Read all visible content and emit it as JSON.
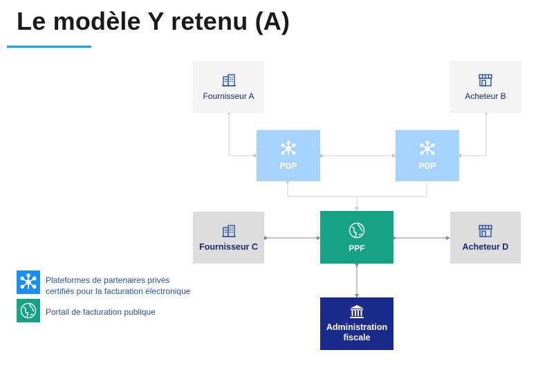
{
  "title": "Le modèle Y retenu (A)",
  "nodes": {
    "fournisseur_a": "Fournisseur A",
    "acheteur_b": "Acheteur B",
    "pdp_left": "PDP",
    "pdp_right": "PDP",
    "fournisseur_c": "Fournisseur C",
    "ppf": "PPF",
    "acheteur_d": "Acheteur D",
    "administration_line1": "Administration",
    "administration_line2": "fiscale"
  },
  "legend": {
    "pdp_line1": "Plateformes de partenaires privés",
    "pdp_line2": "certifiés pour la facturation électronique",
    "ppf": "Portail de facturation publique"
  },
  "colors": {
    "pdp": "#a6d2ff",
    "ppf": "#13a384",
    "administration": "#1c2a8c",
    "label_text": "#1a2a6e",
    "accent_underline": "#1aa3d6"
  },
  "icons": {
    "fournisseur": "building-icon",
    "acheteur": "storefront-icon",
    "pdp": "network-hub-icon",
    "ppf": "globe-icon",
    "administration": "institution-icon"
  }
}
